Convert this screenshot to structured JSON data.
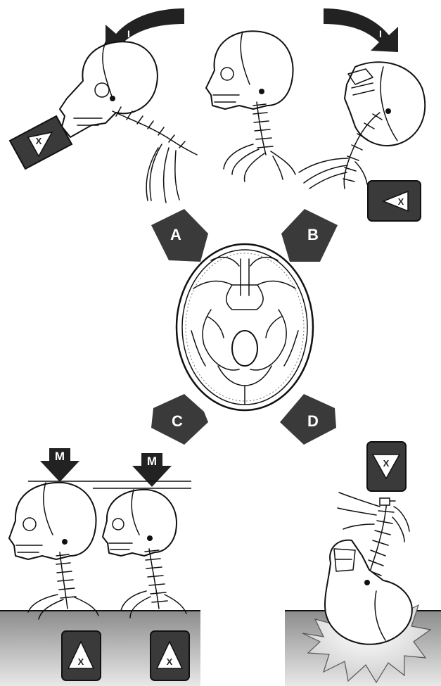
{
  "direction_labels": {
    "a": "A",
    "b": "B",
    "c": "C",
    "d": "D"
  },
  "arrow_labels": {
    "top_left": "I",
    "top_right": "I",
    "mass_1": "M",
    "mass_2": "M"
  },
  "impact_labels": {
    "flexion": "X",
    "extension": "X",
    "compression_1": "X",
    "compression_2": "X",
    "inverted": "X"
  },
  "colors": {
    "badge": "#3a3a3a",
    "ground": "#9a9a9a",
    "line": "#111111"
  },
  "icons": [
    "curved-arrow-icon",
    "down-arrow-icon",
    "warning-triangle-icon",
    "skull-icon",
    "spine-icon",
    "impact-burst-icon"
  ]
}
